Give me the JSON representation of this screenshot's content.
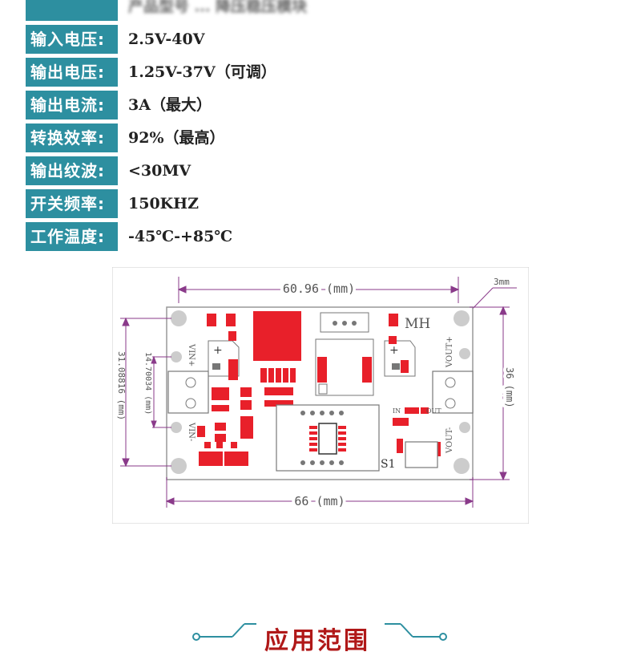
{
  "specs": {
    "header_partial": "产品型号 ... 降压稳压模块",
    "rows": [
      {
        "label": "输入电压:",
        "value": "2.5V-40V"
      },
      {
        "label": "输出电压:",
        "value": "1.25V-37V（可调）"
      },
      {
        "label": "输出电流:",
        "value": "3A（最大）"
      },
      {
        "label": "转换效率:",
        "value": "92%（最高）"
      },
      {
        "label": "输出纹波:",
        "value": "<30MV"
      },
      {
        "label": "开关频率:",
        "value": "150KHZ"
      },
      {
        "label": "工作温度:",
        "value": "-45℃-+85℃"
      }
    ]
  },
  "board": {
    "dim_top": "60.96 (mm)",
    "dim_bottom": "66 (mm)",
    "dim_left_outer": "31.08816 (mm)",
    "dim_left_inner": "14.70034 (mm)",
    "dim_right": "36 (mm)",
    "hole_label": "3mm",
    "mh_label": "MH",
    "vin_plus": "VIN+",
    "vin_minus": "VIN-",
    "vout_plus": "VOUT+",
    "vout_minus": "VOUT-",
    "in_label": "IN",
    "out_label": "OUT",
    "s1_label": "S1"
  },
  "footer": {
    "title": "应用范围"
  },
  "colors": {
    "label_bg": "#2d8fa0",
    "pad_red": "#e8202a",
    "dim_line": "#8a3a8a",
    "footer_red": "#b01818"
  }
}
